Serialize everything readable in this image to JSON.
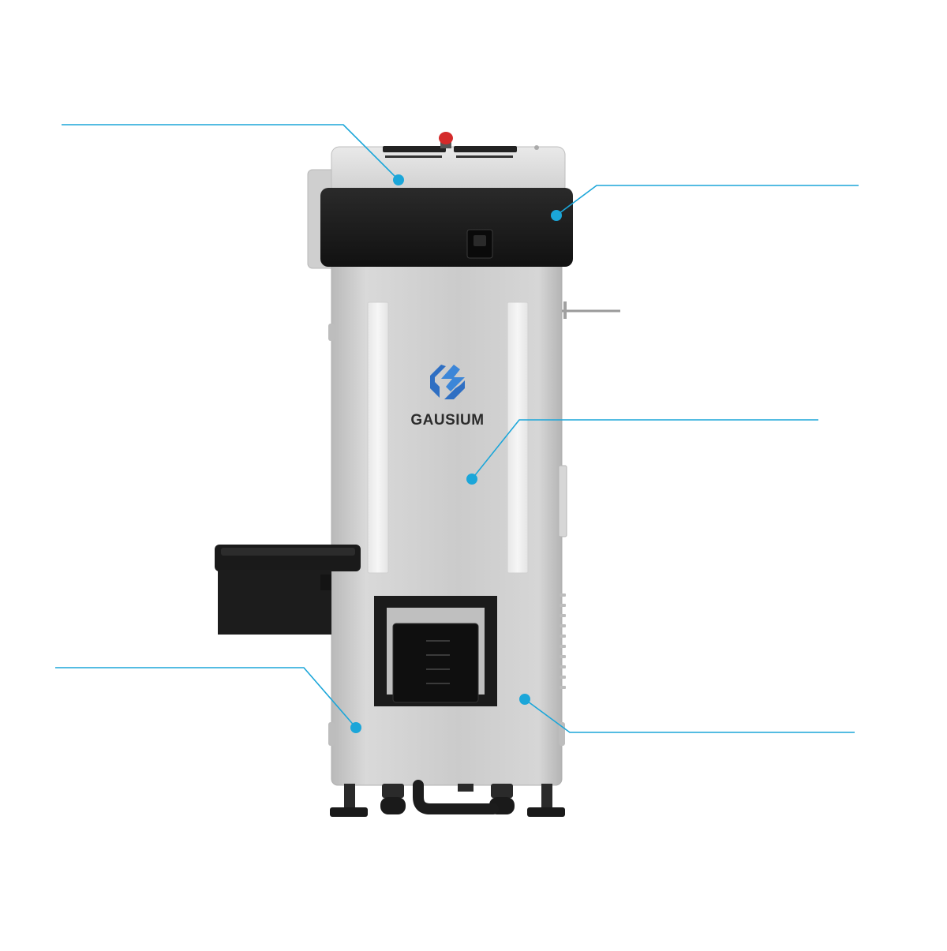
{
  "brand": {
    "name": "GAUSIUM",
    "logo_icon": "gausium-logo-icon"
  },
  "colors": {
    "callout": "#1ba6d9",
    "logo": "#2f6fc3",
    "cabinet": "#c9c9c9",
    "dark_panel": "#1c1c1c",
    "stop_button": "#d42a2a"
  },
  "callouts": [
    {
      "name": "callout-top-lid"
    },
    {
      "name": "callout-upper-black-panel"
    },
    {
      "name": "callout-main-body"
    },
    {
      "name": "callout-lower-left-side"
    },
    {
      "name": "callout-lower-right-side"
    }
  ]
}
